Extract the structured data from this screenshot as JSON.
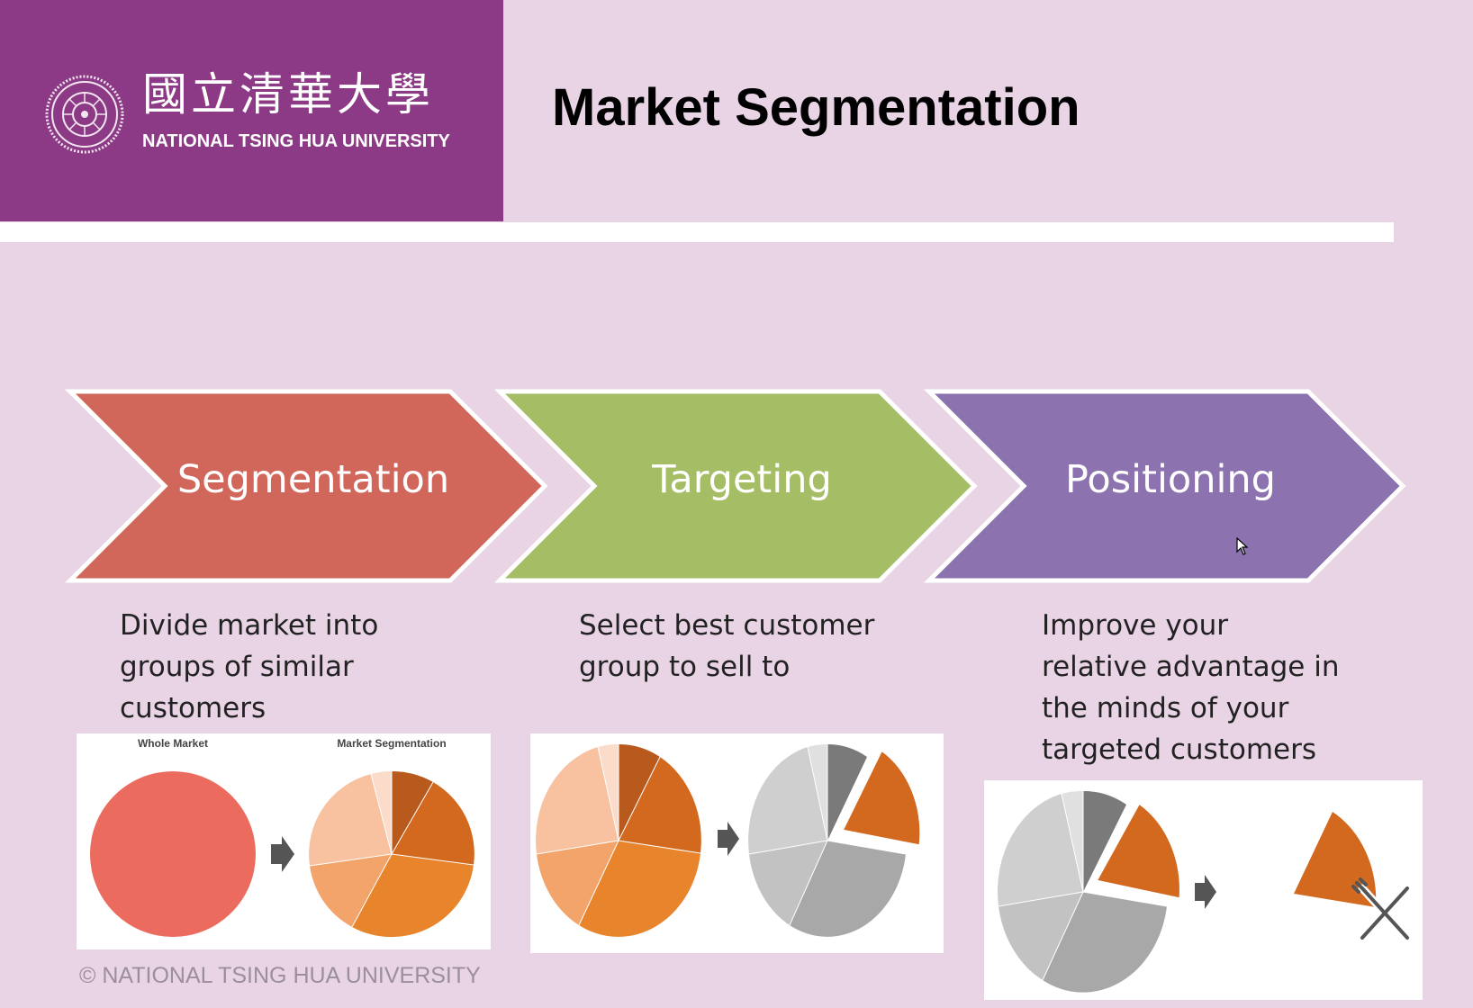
{
  "header": {
    "university_chinese": "國立清華大學",
    "university_english": "NATIONAL TSING HUA UNIVERSITY",
    "brand_color": "#8d3a86",
    "seal_icon": "university-seal-icon"
  },
  "slide": {
    "title": "Market Segmentation"
  },
  "process": {
    "steps": [
      {
        "label": "Segmentation",
        "color": "#d1665a",
        "description": [
          "Divide market into",
          "groups of similar",
          "customers"
        ]
      },
      {
        "label": "Targeting",
        "color": "#a5bd65",
        "description": [
          "Select best customer",
          "group to sell to"
        ]
      },
      {
        "label": "Positioning",
        "color": "#8c73b0",
        "description": [
          "Improve your",
          "relative advantage in",
          "the minds of your",
          "targeted customers"
        ]
      }
    ]
  },
  "illustrations": {
    "segmentation": {
      "left_label": "Whole Market",
      "right_label": "Market Segmentation",
      "arrow_icon": "arrow-right-icon"
    },
    "targeting": {
      "arrow_icon": "arrow-right-icon"
    },
    "positioning": {
      "arrow_icon": "arrow-right-icon",
      "decor_icon": "fork-knife-icon"
    }
  },
  "footer": {
    "copyright": "© NATIONAL TSING HUA UNIVERSITY"
  },
  "colors": {
    "background": "#e9d4e6",
    "orange_dark": "#b85a1e",
    "orange": "#d2691e",
    "orange_mid": "#e8842c",
    "orange_light": "#f2a46a",
    "peach": "#f8c2a0",
    "whole_market": "#ec6b5f"
  }
}
